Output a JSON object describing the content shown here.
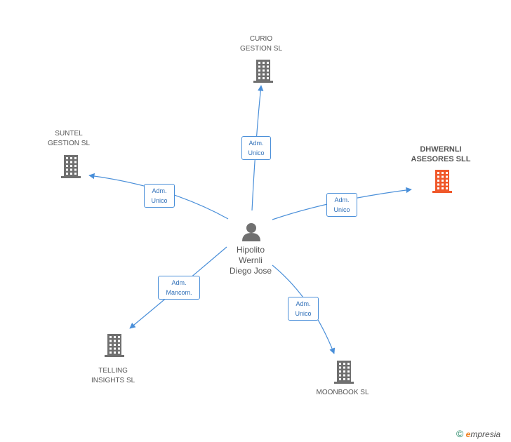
{
  "person": {
    "name_lines": [
      "Hipolito",
      "Wernli",
      "Diego Jose"
    ],
    "icon": "person-icon"
  },
  "companies": [
    {
      "id": "curio",
      "lines": [
        "CURIO",
        "GESTION  SL"
      ],
      "highlight": false,
      "icon": "building-icon"
    },
    {
      "id": "suntel",
      "lines": [
        "SUNTEL",
        "GESTION SL"
      ],
      "highlight": false,
      "icon": "building-icon"
    },
    {
      "id": "dhwernli",
      "lines": [
        "DHWERNLI",
        "ASESORES SLL"
      ],
      "highlight": true,
      "icon": "building-icon"
    },
    {
      "id": "telling",
      "lines": [
        "TELLING",
        "INSIGHTS  SL"
      ],
      "highlight": false,
      "icon": "building-icon"
    },
    {
      "id": "moonbook",
      "lines": [
        "MOONBOOK  SL"
      ],
      "highlight": false,
      "icon": "building-icon"
    }
  ],
  "edges": [
    {
      "to": "curio",
      "label_lines": [
        "Adm.",
        "Unico"
      ]
    },
    {
      "to": "suntel",
      "label_lines": [
        "Adm.",
        "Unico"
      ]
    },
    {
      "to": "dhwernli",
      "label_lines": [
        "Adm.",
        "Unico"
      ]
    },
    {
      "to": "telling",
      "label_lines": [
        "Adm.",
        "Mancom."
      ]
    },
    {
      "to": "moonbook",
      "label_lines": [
        "Adm.",
        "Unico"
      ]
    }
  ],
  "colors": {
    "edge": "#4a8fd9",
    "building": "#707070",
    "building_highlight": "#f0582a",
    "person": "#707070"
  },
  "copyright": {
    "symbol": "©",
    "brand_initial": "e",
    "brand_rest": "mpresia"
  }
}
